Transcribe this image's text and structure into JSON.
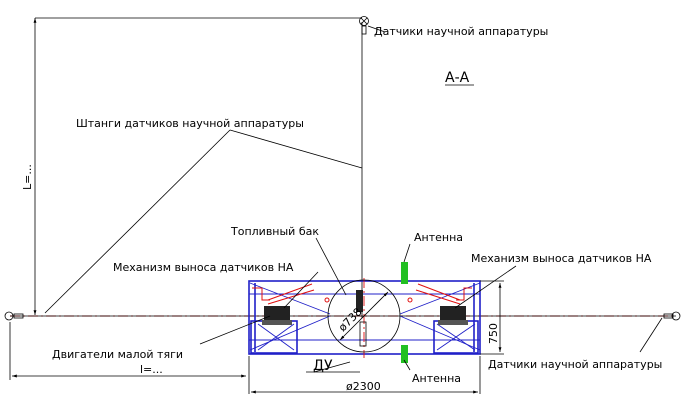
{
  "labels": {
    "sensors_top": "Датчики научной аппаратуры",
    "section": "А-А",
    "rods": "Штанги датчиков научной аппаратуры",
    "len_vertical": "L=...",
    "fuel_tank": "Топливный бак",
    "antenna_top": "Антенна",
    "mech_left": "Механизм выноса датчиков НА",
    "mech_right": "Механизм выноса датчиков НА",
    "engines": "Двигатели малой тяги",
    "len_horizontal": "l=...",
    "du": "ДУ",
    "antenna_bottom": "Антенна",
    "sensors_bottom": "Датчики научной аппаратуры",
    "dim_diameter": "ø2300",
    "dim_height": "750",
    "dim_tank": "ø738"
  },
  "colors": {
    "frame": "#2020c8",
    "centerline": "#e01010",
    "antenna": "#22c022",
    "lines": "#000000"
  }
}
